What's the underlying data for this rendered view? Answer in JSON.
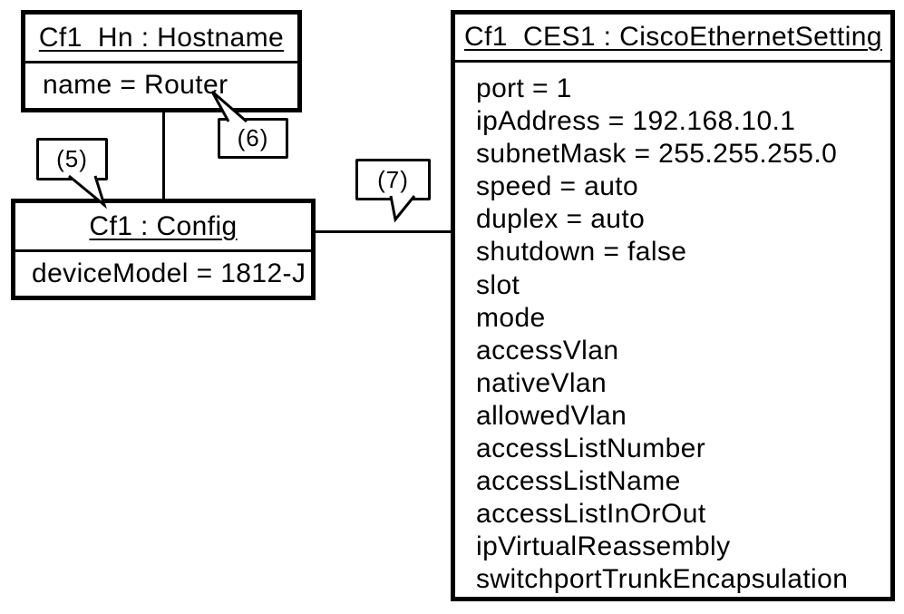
{
  "objects": {
    "hostname": {
      "title": "Cf1_Hn : Hostname",
      "attributes": [
        "name = Router"
      ]
    },
    "config": {
      "title": "Cf1 : Config",
      "attributes": [
        "deviceModel = 1812-J"
      ]
    },
    "ethernet_setting": {
      "title": "Cf1_CES1 : CiscoEthernetSetting",
      "attributes": [
        "port = 1",
        "ipAddress = 192.168.10.1",
        "subnetMask = 255.255.255.0",
        "speed = auto",
        "duplex = auto",
        "shutdown = false",
        "slot",
        "mode",
        "accessVlan",
        "nativeVlan",
        "allowedVlan",
        "accessListNumber",
        "accessListName",
        "accessListInOrOut",
        "ipVirtualReassembly",
        "switchportTrunkEncapsulation"
      ]
    }
  },
  "callouts": {
    "c5": {
      "label": "(5)"
    },
    "c6": {
      "label": "(6)"
    },
    "c7": {
      "label": "(7)"
    }
  },
  "colors": {
    "stroke": "#000000",
    "fill": "#ffffff"
  }
}
